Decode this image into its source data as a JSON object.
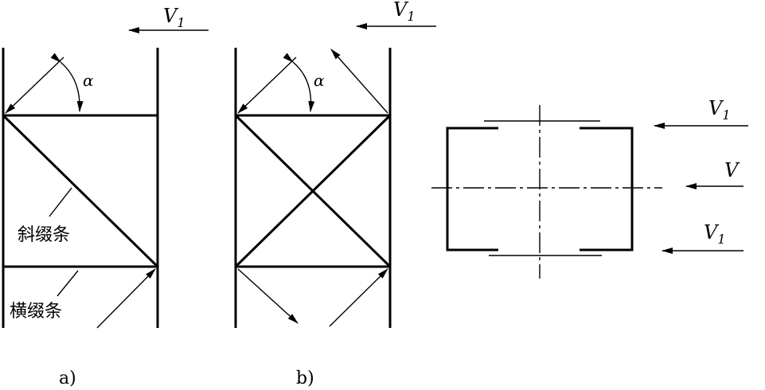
{
  "force_label": "V",
  "force_subscript": "1",
  "alpha": "α",
  "label_diagonal": "斜缀条",
  "label_horizontal": "横缀条",
  "caption_a": "a)",
  "caption_b": "b)"
}
